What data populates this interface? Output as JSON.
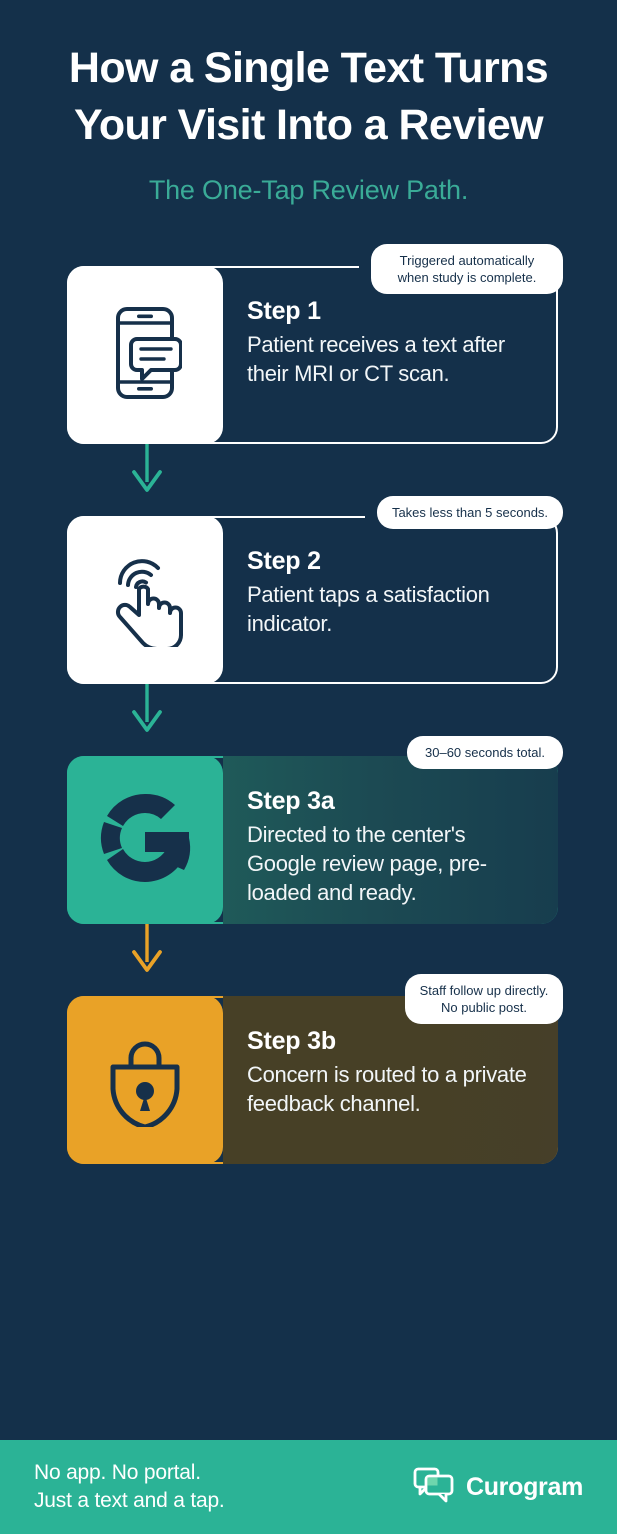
{
  "header": {
    "title": "How a Single Text Turns Your Visit Into a Review",
    "subtitle": "The One-Tap Review Path."
  },
  "colors": {
    "background": "#14304a",
    "teal": "#2bb396",
    "teal_text": "#3aab97",
    "orange": "#e9a227",
    "navy": "#16304a",
    "white": "#ffffff"
  },
  "steps": [
    {
      "id": "step-1",
      "label": "Step 1",
      "description": "Patient receives a text after their MRI or CT scan.",
      "callout": "Triggered automatically\nwhen study is complete.",
      "icon": "phone-message-icon",
      "accent": "white"
    },
    {
      "id": "step-2",
      "label": "Step 2",
      "description": "Patient taps a satisfaction indicator.",
      "callout": "Takes less than 5 seconds.",
      "icon": "tap-hand-icon",
      "accent": "white"
    },
    {
      "id": "step-3a",
      "label": "Step 3a",
      "description": "Directed to the center's Google review page, pre-loaded and ready.",
      "callout": "30–60 seconds total.",
      "icon": "google-g-icon",
      "accent": "teal"
    },
    {
      "id": "step-3b",
      "label": "Step 3b",
      "description": "Concern is routed to a private feedback channel.",
      "callout": "Staff follow up directly.\nNo public post.",
      "icon": "shield-lock-icon",
      "accent": "orange"
    }
  ],
  "arrows": [
    {
      "name": "arrow-step1-to-step2",
      "color": "#2bb396"
    },
    {
      "name": "arrow-step2-to-step3a",
      "color": "#2bb396"
    },
    {
      "name": "arrow-step3a-to-step3b",
      "color": "#e9a227"
    }
  ],
  "footer": {
    "tagline": "No app. No portal.\nJust a text and a tap.",
    "brand": "Curogram",
    "brand_icon": "chat-bubbles-icon"
  }
}
